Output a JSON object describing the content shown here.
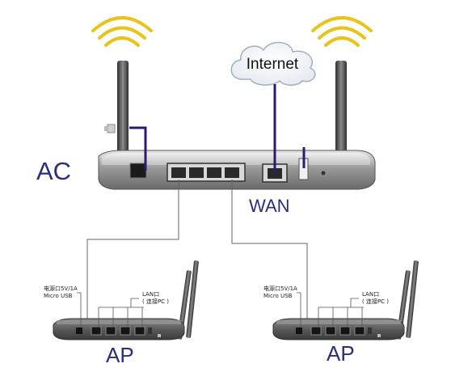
{
  "labels": {
    "internet": "Internet",
    "ac": "AC",
    "wan": "WAN",
    "ap_left": "AP",
    "ap_right": "AP"
  },
  "ap_left": {
    "power_line1": "电源口5V/1A",
    "power_line2": "Micro   USB",
    "lan_line1": "LAN口",
    "lan_line2": "( 连接PC )"
  },
  "ap_right": {
    "power_line1": "电源口5V/1A",
    "power_line2": "Micro   USB",
    "lan_line1": "LAN口",
    "lan_line2": "( 连接PC )"
  },
  "colors": {
    "label_text": "#2b2f7a",
    "cable_purple": "#2d1a6e",
    "wifi_arc": "#e8c41a",
    "device_body": "#5a5a5a",
    "antenna": "#4a4a4a"
  }
}
